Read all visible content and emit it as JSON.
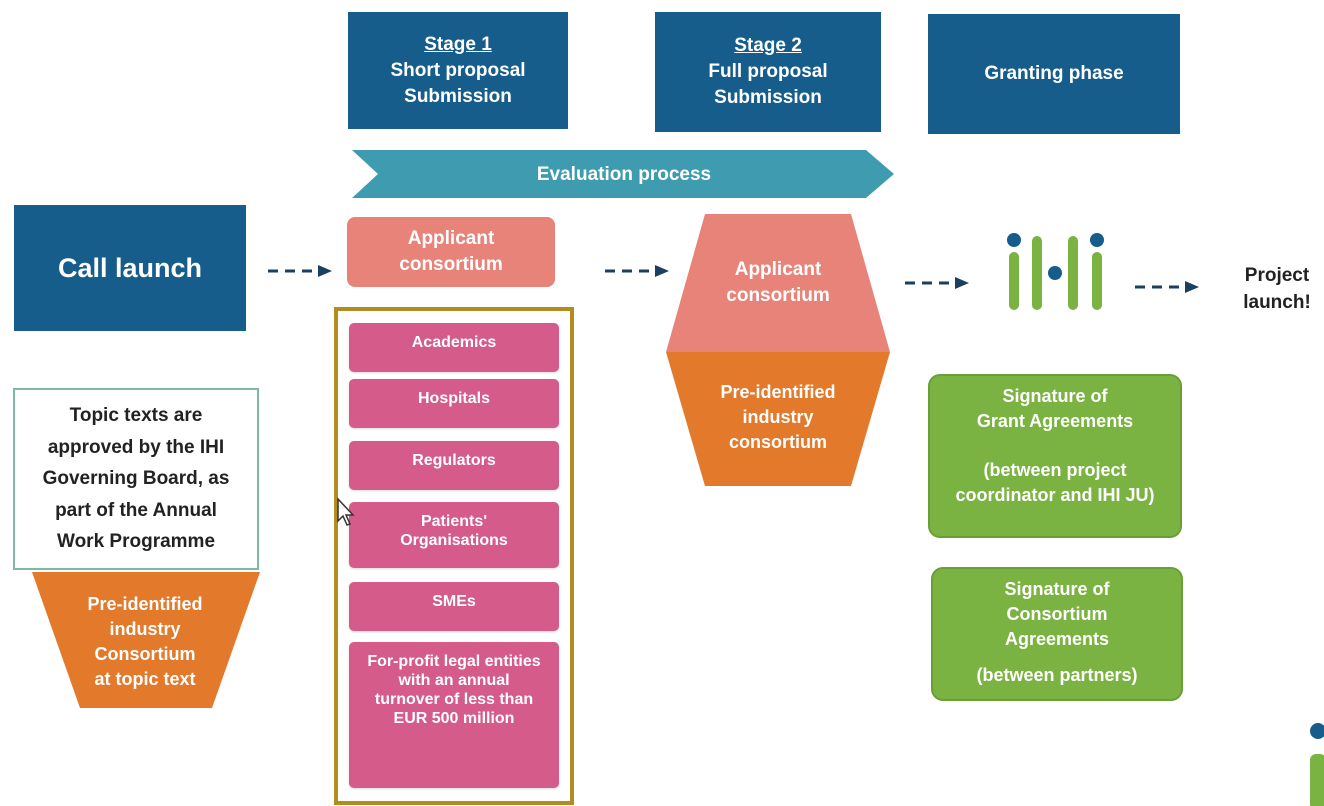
{
  "stage1": {
    "number": "Stage 1",
    "line1": "Short proposal",
    "line2": "Submission"
  },
  "stage2": {
    "number": "Stage 2",
    "line1": "Full proposal",
    "line2": "Submission"
  },
  "granting": {
    "label": "Granting phase"
  },
  "evaluation": {
    "label": "Evaluation process"
  },
  "call_launch": {
    "label": "Call launch"
  },
  "topic_note": {
    "text": "Topic texts are approved by the IHI Governing Board, as part of the Annual Work Programme"
  },
  "preid_left": {
    "line1": "Pre-identified",
    "line2": "industry",
    "line3": "Consortium",
    "line4": "at topic text"
  },
  "applicant1": {
    "line1": "Applicant",
    "line2": "consortium"
  },
  "members": [
    {
      "label": "Academics"
    },
    {
      "label": "Hospitals"
    },
    {
      "label": "Regulators"
    },
    {
      "label": "Patients' Organisations"
    },
    {
      "label": "SMEs"
    },
    {
      "label": "For-profit legal entities with an annual turnover of less than EUR 500 million"
    }
  ],
  "applicant2": {
    "line1": "Applicant",
    "line2": "consortium"
  },
  "preid_mid": {
    "line1": "Pre-identified",
    "line2": "industry",
    "line3": "consortium"
  },
  "grant_sig": {
    "line1": "Signature of",
    "line2": "Grant Agreements",
    "line3": "(between project",
    "line4": "coordinator and IHI JU)"
  },
  "consortium_sig": {
    "line1": "Signature of",
    "line2": "Consortium",
    "line3": "Agreements",
    "line4": "(between partners)"
  },
  "project_launch": {
    "line1": "Project",
    "line2": "launch!"
  },
  "colors": {
    "navy": "#175d8c",
    "teal": "#3f9cb0",
    "salmon": "#e8837a",
    "orange": "#e3792a",
    "pink": "#d45b8a",
    "green": "#7bb342",
    "olive_border": "#b08d1e",
    "arrow": "#1b3f5e"
  },
  "icons": {
    "logo": "ihi-logo-icon",
    "cursor": "mouse-cursor-icon",
    "arrow": "dashed-arrow-icon"
  }
}
